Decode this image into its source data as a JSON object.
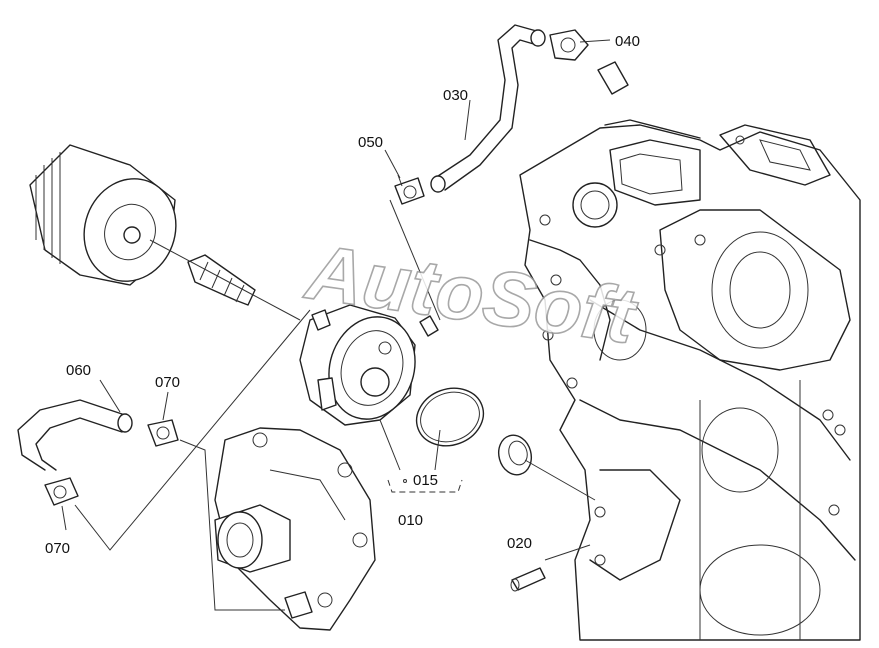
{
  "watermark": "AutoSoft",
  "callouts": {
    "c010": "010",
    "c015": "015",
    "c020": "020",
    "c030": "030",
    "c040": "040",
    "c050": "050",
    "c060": "060",
    "c070_top": "070",
    "c070_bottom": "070"
  }
}
